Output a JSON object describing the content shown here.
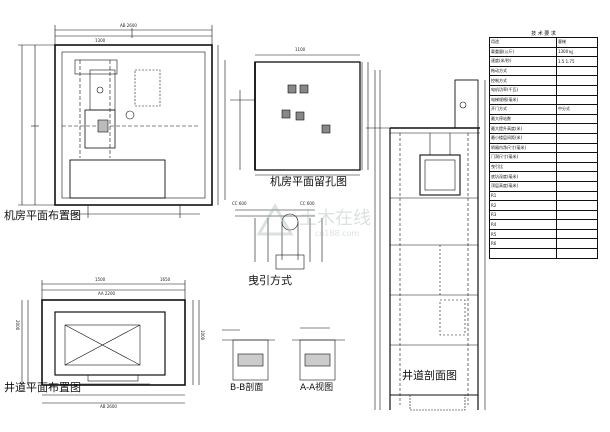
{
  "drawings": {
    "machine_room_layout": {
      "title": "机房平面布置图"
    },
    "machine_room_holes": {
      "title": "机房平面留孔图"
    },
    "roping": {
      "title": "曳引方式"
    },
    "hoistway_layout": {
      "title": "井道平面布置图"
    },
    "section_bb": {
      "title": "B-B剖面"
    },
    "section_aa": {
      "title": "A-A视图"
    },
    "hoistway_section": {
      "title": "井道剖面图"
    }
  },
  "dimension_labels": {
    "ab_top": "AB 2600",
    "ab_bottom": "AB 2600",
    "aa_top": "AA 2200",
    "dim_1300": "1300",
    "dim_1500": "1500",
    "dim_1100": "1100",
    "dim_1650": "1650",
    "dim_2000": "2000",
    "dim_1000": "1000",
    "cc_1": "CC 600",
    "cc_2": "CC 600"
  },
  "spec_table": {
    "caption": "技 术 要 求",
    "rows": [
      [
        "用途",
        "客梯"
      ],
      [
        "载重量(公斤)",
        "1300 ㎏"
      ],
      [
        "速度(米/秒)",
        "1.5 1.75"
      ],
      [
        "拖动方式",
        ""
      ],
      [
        "控制方式",
        ""
      ],
      [
        "电机功率(千瓦)",
        ""
      ],
      [
        "电梯规格(毫米)",
        ""
      ],
      [
        "开门方式",
        "中分式"
      ],
      [
        "最大停站数",
        ""
      ],
      [
        "最大提升高度(米)",
        ""
      ],
      [
        "最小楼层间距(米)",
        ""
      ],
      [
        "轿厢内净尺寸(毫米)",
        ""
      ],
      [
        "门洞尺寸(毫米)",
        ""
      ],
      [
        "曳引比",
        ""
      ],
      [
        "底坑深度(毫米)",
        ""
      ],
      [
        "顶层高度(毫米)",
        ""
      ],
      [
        "R1",
        ""
      ],
      [
        "R2",
        ""
      ],
      [
        "R3",
        ""
      ],
      [
        "R4",
        ""
      ],
      [
        "R5",
        ""
      ],
      [
        "R6",
        ""
      ],
      [
        "",
        ""
      ]
    ]
  },
  "notes": {
    "line1": "",
    "line2": ""
  },
  "watermark": {
    "text": "土木在线",
    "sub": "co188.com"
  }
}
